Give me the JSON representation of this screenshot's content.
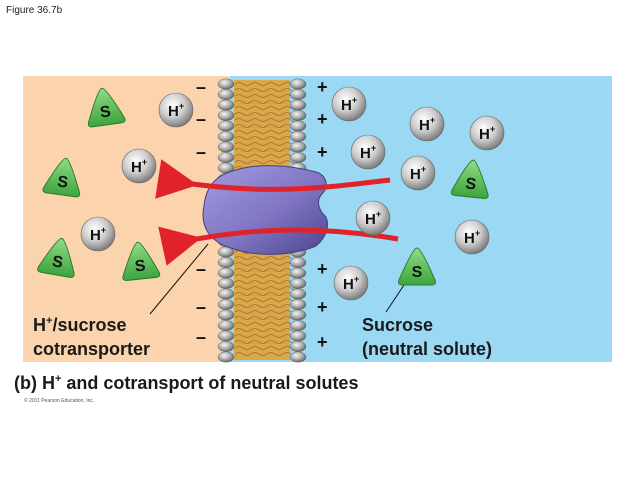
{
  "figure_label": "Figure 36.7b",
  "caption": {
    "prefix": "(b) H",
    "sup": "+",
    "rest": " and cotransport of neutral solutes"
  },
  "copyright": "© 2011 Pearson Education, Inc.",
  "labels": {
    "transporter_line1_base": "H",
    "transporter_line1_sup": "+",
    "transporter_line1_rest": "/sucrose",
    "transporter_line2": "cotransporter",
    "solute_line1": "Sucrose",
    "solute_line2": "(neutral solute)"
  },
  "symbols": {
    "proton_base": "H",
    "proton_sup": "+",
    "sucrose": "S",
    "minus": "–",
    "plus": "+"
  },
  "colors": {
    "cytoplasm_bg": "#fbd3ac",
    "extracellular_bg": "#9bd8f4",
    "lipid_tail": "#d9a64b",
    "lipid_head": "#a8a8a8",
    "transporter": "#8579c4",
    "arrow": "#e0232b",
    "sucrose_fill": "#5cbf5a",
    "proton_fill": "#d0d0d0"
  }
}
